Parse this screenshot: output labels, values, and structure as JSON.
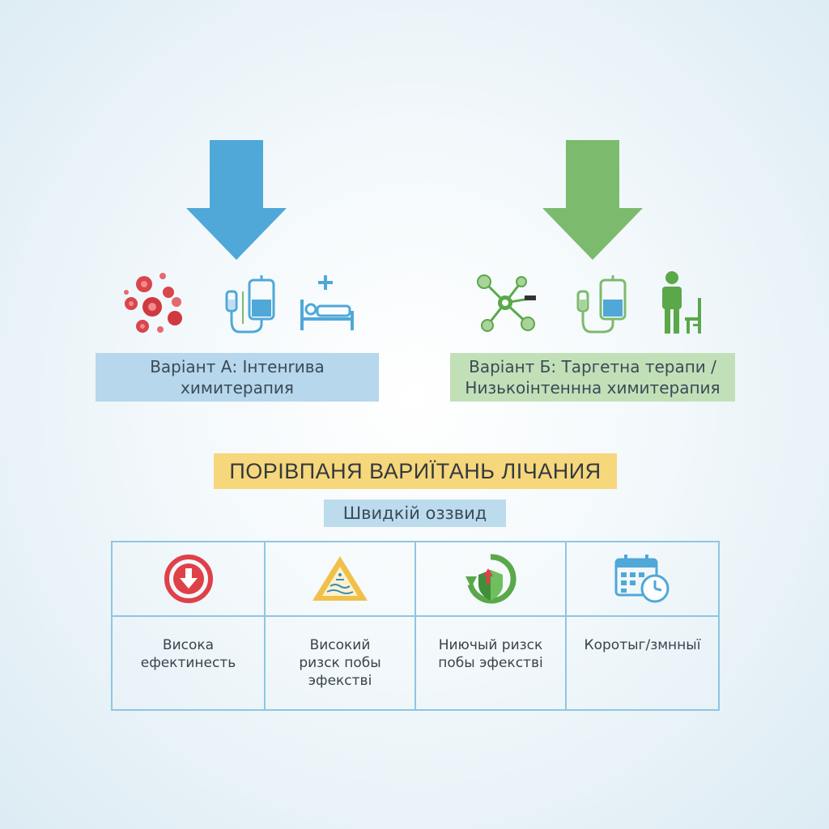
{
  "option_a": {
    "label": "Варіант А: Інтенrива химитерапия",
    "color": "#4fa8d8",
    "icons": [
      "blood-cells-icon",
      "iv-drip-icon",
      "hospital-bed-icon"
    ]
  },
  "option_b": {
    "label": "Варіант Б: Таргетна терапи / Низькоінтеннна химитерапия",
    "color": "#7cba6d",
    "icons": [
      "molecule-icon",
      "iv-drip-icon",
      "person-chair-icon"
    ]
  },
  "title": "ПОРІВПАНЯ ВАРИЇТАНЬ ЛІЧАНИЯ",
  "subtitle": "Швидкій оззвид",
  "comparison": [
    {
      "icon": "down-circle-icon",
      "text": "Висока ефектинесть",
      "color": "#e04048"
    },
    {
      "icon": "warning-triangle-icon",
      "text": "Високий ризск побы эфекстві",
      "color": "#f0c04a"
    },
    {
      "icon": "shield-arrow-icon",
      "text": "Ниючый ризск побы эфекстві",
      "color": "#5aa84a"
    },
    {
      "icon": "calendar-clock-icon",
      "text": "Коротыг/змнныї",
      "color": "#4fa8d8"
    }
  ]
}
